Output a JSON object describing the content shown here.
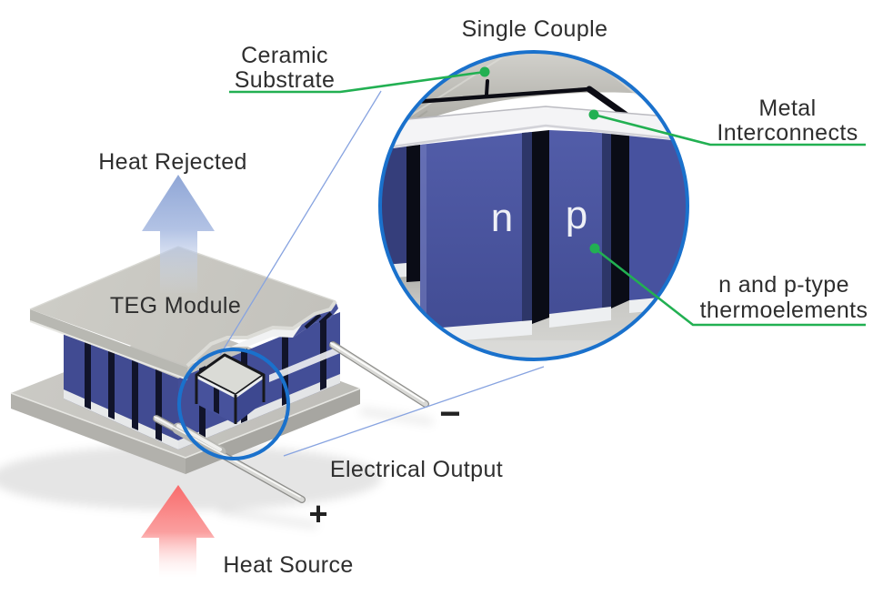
{
  "diagram": {
    "labels": {
      "single_couple": "Single Couple",
      "ceramic_substrate_line1": "Ceramic",
      "ceramic_substrate_line2": "Substrate",
      "metal_interconnects_line1": "Metal",
      "metal_interconnects_line2": "Interconnects",
      "thermoelements_line1": "n and p-type",
      "thermoelements_line2": "thermoelements",
      "heat_rejected": "Heat Rejected",
      "teg_module": "TEG Module",
      "electrical_output": "Electrical Output",
      "heat_source": "Heat Source",
      "n_type": "n",
      "p_type": "p",
      "plus_sign": "+",
      "minus_sign": "−"
    },
    "colors": {
      "annotation_green": "#22b052",
      "magnifier_circle_blue": "#1a71cc",
      "connector_line_blue": "#87a3e0",
      "thermoelement_blue": "#4c57a5",
      "thermoelement_dark": "#3a4384",
      "heat_source_red": "#f96b6b",
      "heat_rejected_blue": "#92a8d9",
      "ceramic_gray": "#c9c8c2",
      "interconnect_white": "#f3f3f5",
      "text_color": "#2e2e2e"
    }
  }
}
